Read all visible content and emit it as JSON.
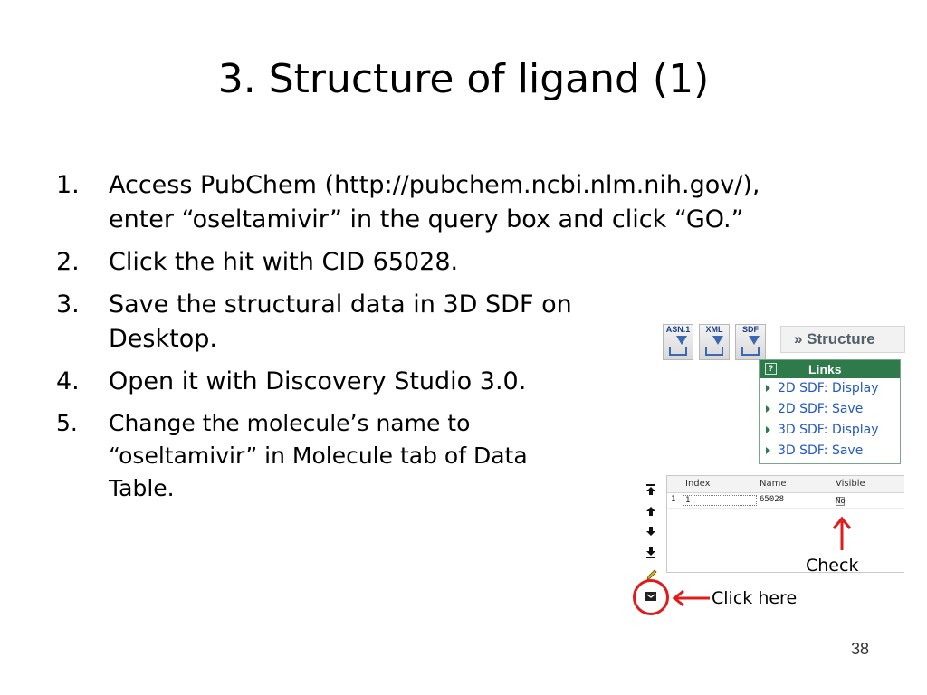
{
  "slide": {
    "title": "3. Structure of ligand (1)",
    "page_number": "38"
  },
  "steps": [
    {
      "num": "1.",
      "text": "Access PubChem (http://pubchem.ncbi.nlm.nih.gov/), enter “oseltamivir” in the query box and click “GO.”"
    },
    {
      "num": "2.",
      "text": "Click the hit with CID 65028."
    },
    {
      "num": "3.",
      "text": "Save the structural data in 3D SDF on Desktop."
    },
    {
      "num": "4.",
      "text": "Open it with Discovery Studio 3.0."
    },
    {
      "num": "5.",
      "text": "Change the molecule’s name to “oseltamivir” in Molecule tab of Data Table."
    }
  ],
  "pubchem": {
    "download_buttons": [
      "ASN.1",
      "XML",
      "SDF"
    ],
    "structure_tab": "» Structure",
    "links_title": "Links",
    "links_help": "?",
    "links": [
      "2D SDF: Display",
      "2D SDF: Save",
      "3D SDF: Display",
      "3D SDF: Save"
    ]
  },
  "data_table": {
    "columns": [
      "Index",
      "Name",
      "Visible"
    ],
    "row": {
      "number": "1",
      "index": "1",
      "name": "65028",
      "visible": "No"
    }
  },
  "annotations": {
    "check": "Check",
    "click_here": "Click here"
  },
  "colors": {
    "link_blue": "#2257c8",
    "header_green": "#2f7a4a",
    "annotation_red": "#e01b1b"
  }
}
